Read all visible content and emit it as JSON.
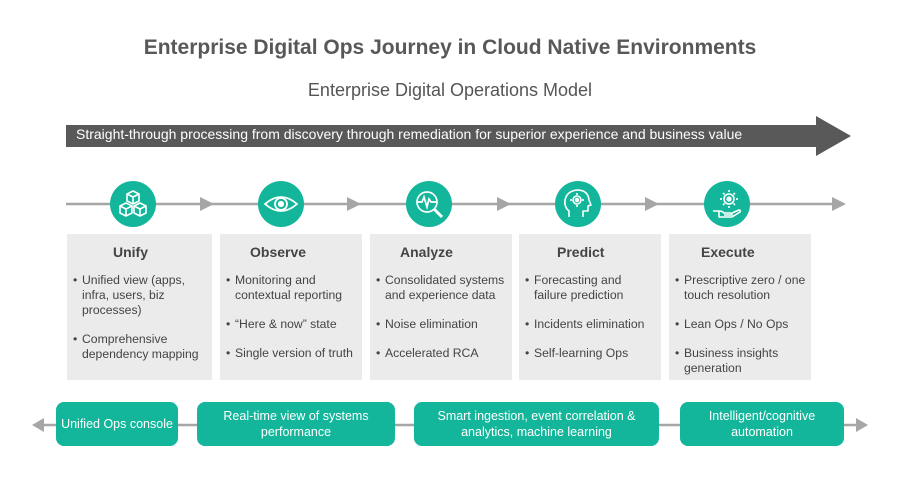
{
  "title": "Enterprise Digital Ops Journey in Cloud Native Environments",
  "subtitle": "Enterprise Digital Operations Model",
  "banner": "Straight-through processing from discovery through remediation for superior experience and business value",
  "colors": {
    "accent": "#13b69b",
    "banner": "#595959",
    "card": "#ebebeb",
    "line": "#a6a6a6",
    "text": "#444444"
  },
  "stages": [
    {
      "icon": "cubes-icon",
      "title": "Unify",
      "bullets": [
        "Unified view (apps, infra, users, biz processes)",
        "Comprehensive dependency mapping"
      ]
    },
    {
      "icon": "eye-icon",
      "title": "Observe",
      "bullets": [
        "Monitoring and contextual reporting",
        "“Here & now” state",
        "Single version of truth"
      ]
    },
    {
      "icon": "magnifier-pulse-icon",
      "title": "Analyze",
      "bullets": [
        "Consolidated systems and experience data",
        "Noise elimination",
        "Accelerated RCA"
      ]
    },
    {
      "icon": "head-gear-icon",
      "title": "Predict",
      "bullets": [
        "Forecasting and failure prediction",
        "Incidents elimination",
        "Self-learning Ops"
      ]
    },
    {
      "icon": "hand-gear-icon",
      "title": "Execute",
      "bullets": [
        "Prescriptive zero / one touch resolution",
        "Lean Ops / No Ops",
        "Business insights generation"
      ]
    }
  ],
  "capabilities": [
    "Unified Ops console",
    "Real-time view of systems performance",
    "Smart ingestion, event correlation & analytics, machine learning",
    "Intelligent/cognitive automation"
  ]
}
